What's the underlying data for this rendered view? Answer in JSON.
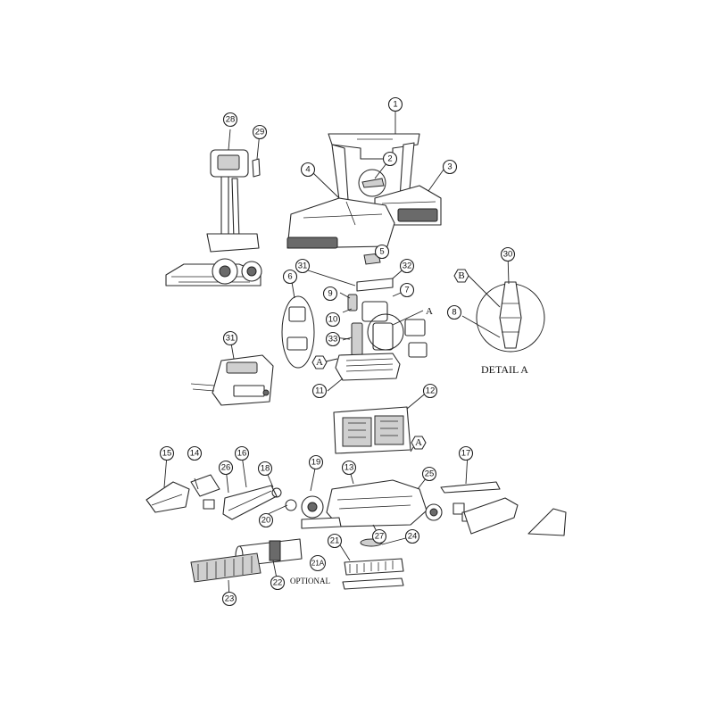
{
  "callouts": [
    {
      "n": "1"
    },
    {
      "n": "2"
    },
    {
      "n": "3"
    },
    {
      "n": "4"
    },
    {
      "n": "5"
    },
    {
      "n": "6"
    },
    {
      "n": "7"
    },
    {
      "n": "8"
    },
    {
      "n": "9"
    },
    {
      "n": "10"
    },
    {
      "n": "11"
    },
    {
      "n": "12"
    },
    {
      "n": "13"
    },
    {
      "n": "14"
    },
    {
      "n": "15"
    },
    {
      "n": "16"
    },
    {
      "n": "17"
    },
    {
      "n": "18"
    },
    {
      "n": "19"
    },
    {
      "n": "20"
    },
    {
      "n": "21"
    },
    {
      "n": "21A"
    },
    {
      "n": "22"
    },
    {
      "n": "23"
    },
    {
      "n": "24"
    },
    {
      "n": "25"
    },
    {
      "n": "26"
    },
    {
      "n": "27"
    },
    {
      "n": "28"
    },
    {
      "n": "29"
    },
    {
      "n": "30"
    },
    {
      "n": "31"
    },
    {
      "n": "31"
    },
    {
      "n": "32"
    },
    {
      "n": "33"
    }
  ],
  "detail_markers": {
    "a": "A",
    "b": "B"
  },
  "labels": {
    "detail_a": "DETAIL A",
    "optional": "OPTIONAL"
  }
}
